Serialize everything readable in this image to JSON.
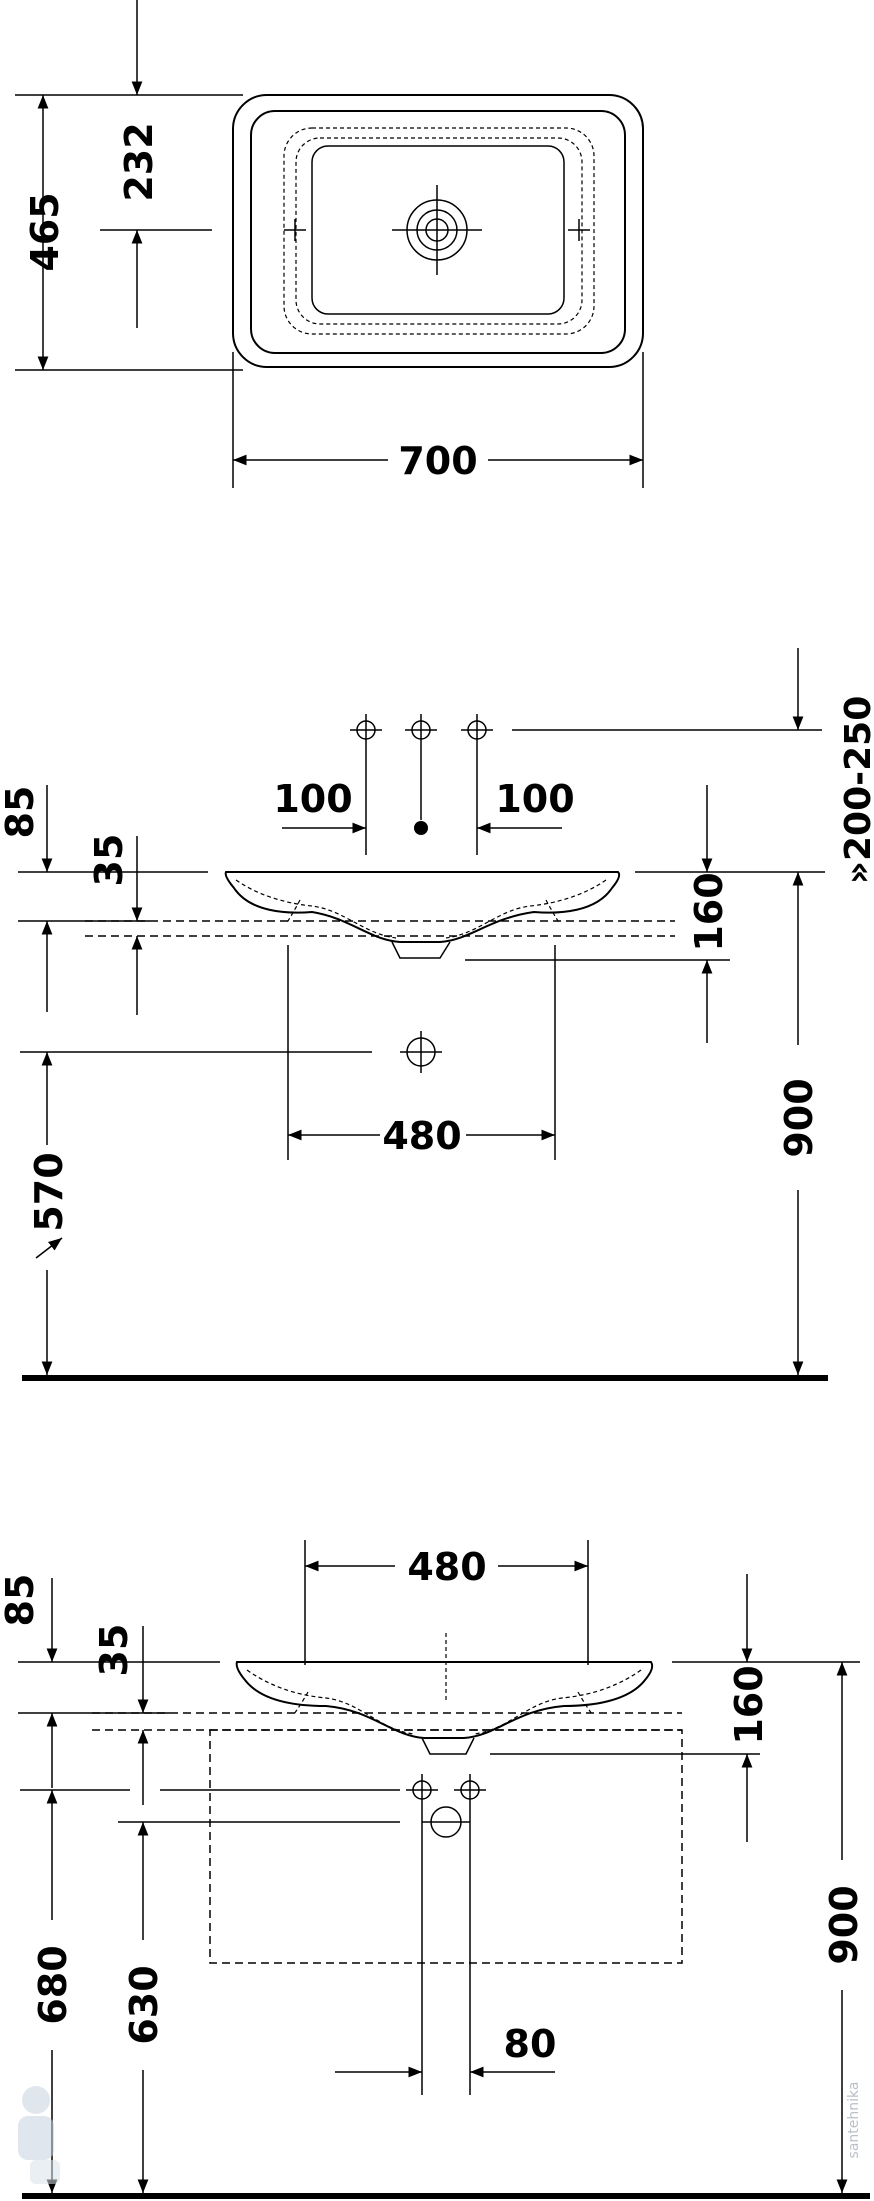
{
  "top_view": {
    "width": "700",
    "depth": "465",
    "drain_offset": "232"
  },
  "side_view": {
    "tap_offset_left": "100",
    "tap_offset_right": "100",
    "tap_height": "»200-250",
    "overhang": "85",
    "rim_drop": "35",
    "bowl_depth": "160",
    "bowl_width": "480",
    "trap_height": "570",
    "rim_height": "900"
  },
  "front_view": {
    "bowl_width": "480",
    "overhang": "85",
    "rim_drop": "35",
    "bowl_depth": "160",
    "supply_height": "680",
    "waste_height": "630",
    "rim_height": "900",
    "supply_spacing": "80"
  },
  "watermark": "santehnika"
}
